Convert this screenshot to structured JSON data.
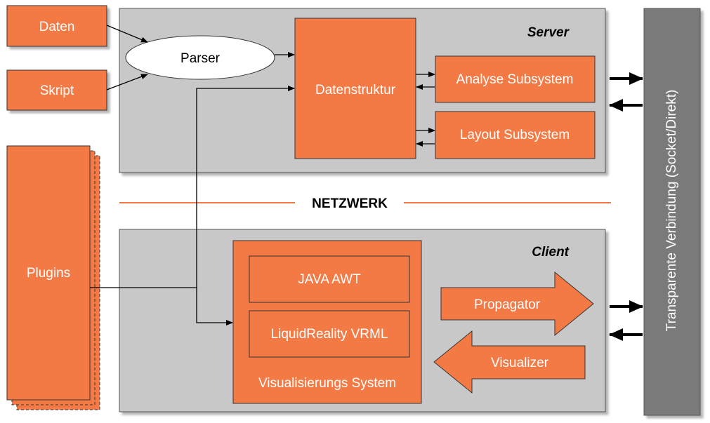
{
  "diagram": {
    "colors": {
      "box_fill": "#F47A45",
      "box_stroke": "#333333",
      "panel_fill": "#C8C8C8",
      "connection_bar": "#7A7A7A",
      "network_line": "#F47A45"
    },
    "inputs": {
      "daten": "Daten",
      "skript": "Skript"
    },
    "parser": "Parser",
    "plugins": "Plugins",
    "server": {
      "title": "Server",
      "datenstruktur": "Datenstruktur",
      "analyse": "Analyse Subsystem",
      "layout": "Layout Subsystem"
    },
    "network": "NETZWERK",
    "client": {
      "title": "Client",
      "java_awt": "JAVA AWT",
      "liquidreality": "LiquidReality VRML",
      "visualisierung": "Visualisierungs System",
      "propagator": "Propagator",
      "visualizer": "Visualizer"
    },
    "connection": "Transparente Verbindung (Socket/Direkt)"
  }
}
